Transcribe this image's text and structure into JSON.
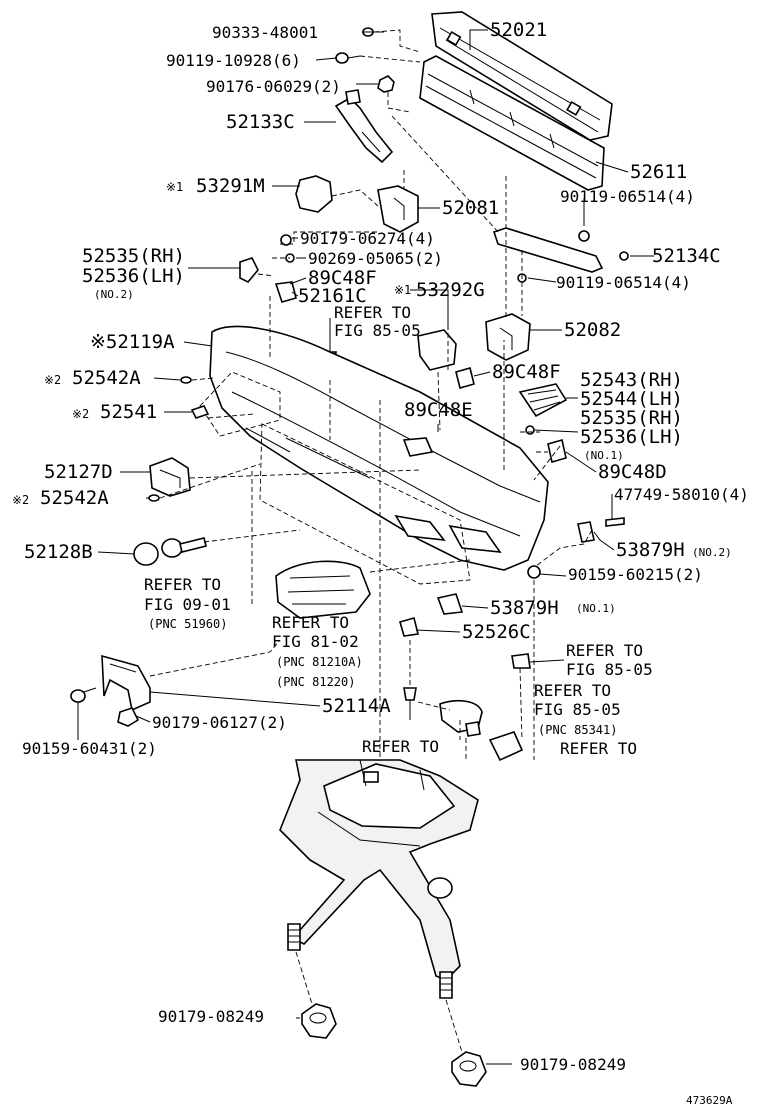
{
  "labels": {
    "p90333_48001": "90333-48001",
    "p52021": "52021",
    "p90119_10928": "90119-10928(6)",
    "p90176_06029": "90176-06029(2)",
    "p52133C": "52133C",
    "p52611": "52611",
    "p90119_06514_a": "90119-06514(4)",
    "mark1_a": "※1",
    "p53291M": "53291M",
    "p52081": "52081",
    "p90179_06274": "90179-06274(4)",
    "p52134C": "52134C",
    "p52535_rh_a": "52535(RH)",
    "p52536_lh_a": "52536(LH)",
    "no2_a": "(NO.2)",
    "p90269_05065": "90269-05065(2)",
    "p89C48F_a": "89C48F",
    "p52161C": "52161C",
    "mark1_b": "※1",
    "p53292G": "53292G",
    "p90119_06514_b": "90119-06514(4)",
    "refer_to_1": "REFER TO",
    "fig_85_05_1": "FIG 85-05",
    "p52082": "52082",
    "p52119A": "※52119A",
    "p89C48F_b": "89C48F",
    "mark2_a": "※2",
    "p52542A_a": "52542A",
    "p52543_rh": "52543(RH)",
    "p52544_lh": "52544(LH)",
    "mark2_b": "※2",
    "p52541": "52541",
    "p89C48E": "89C48E",
    "p52535_rh_b": "52535(RH)",
    "p52536_lh_b": "52536(LH)",
    "no1_a": "(NO.1)",
    "p52127D": "52127D",
    "p89C48D": "89C48D",
    "mark2_c": "※2",
    "p52542A_b": "52542A",
    "p47749_58010": "47749-58010(4)",
    "p52128B": "52128B",
    "p53879H_a": "53879H",
    "no2_b": "(NO.2)",
    "refer_to_2": "REFER TO",
    "fig_09_01": "FIG 09-01",
    "pnc_51960": "(PNC 51960)",
    "p90159_60215": "90159-60215(2)",
    "p53879H_b": "53879H",
    "no1_b": "(NO.1)",
    "refer_to_3": "REFER TO",
    "fig_81_02": "FIG 81-02",
    "pnc_81210A": "(PNC 81210A)",
    "pnc_81220": "(PNC 81220)",
    "p52526C": "52526C",
    "refer_to_4": "REFER TO",
    "fig_85_05_2": "FIG 85-05",
    "refer_to_5": "REFER TO",
    "fig_85_05_3": "FIG 85-05",
    "pnc_85341": "(PNC 85341)",
    "p52114A": "52114A",
    "p90179_06127": "90179-06127(2)",
    "p90159_60431": "90159-60431(2)",
    "refer_to_6": "REFER TO",
    "refer_to_7": "REFER TO",
    "p90179_08249_a": "90179-08249",
    "p90179_08249_b": "90179-08249",
    "ref_code": "473629A"
  }
}
